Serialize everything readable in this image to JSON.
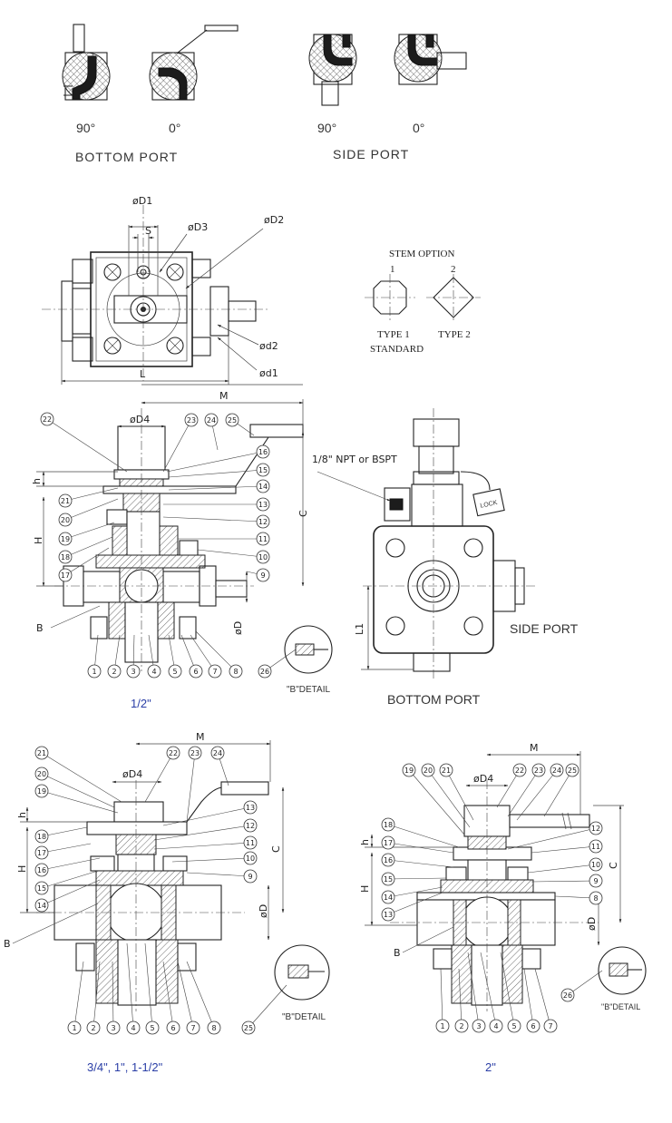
{
  "top_icons": {
    "bottom_port_angles": [
      "90°",
      "0°"
    ],
    "side_port_angles": [
      "90°",
      "0°"
    ],
    "bottom_port_label": "BOTTOM PORT",
    "side_port_label": "SIDE PORT"
  },
  "plan_view": {
    "dims": [
      "øD1",
      "S",
      "øD3",
      "øD2",
      "ød2",
      "ød1",
      "L"
    ]
  },
  "stem_option": {
    "title": "STEM OPTION",
    "num1": "1",
    "num2": "2",
    "type1_line1": "TYPE 1",
    "type1_line2": "STANDARD",
    "type2": "TYPE 2"
  },
  "half_inch": {
    "caption": "1/2\"",
    "dims": {
      "M": "M",
      "D4": "øD4",
      "h": "h",
      "H": "H",
      "C": "C",
      "D": "øD",
      "B": "B"
    },
    "balloons": [
      "1",
      "2",
      "3",
      "4",
      "5",
      "6",
      "7",
      "8",
      "9",
      "10",
      "11",
      "12",
      "13",
      "14",
      "15",
      "16",
      "17",
      "18",
      "19",
      "20",
      "21",
      "22",
      "23",
      "24",
      "25",
      "26"
    ],
    "detail_label": "\"B\"DETAIL"
  },
  "lock_view": {
    "npt_label": "1/8\" NPT or BSPT",
    "lock_text": "LOCK",
    "L1": "L1",
    "side_port_label": "SIDE PORT",
    "bottom_port_label": "BOTTOM PORT"
  },
  "three_quarter": {
    "caption": "3/4\", 1\", 1-1/2\"",
    "dims": {
      "M": "M",
      "D4": "øD4",
      "h": "h",
      "H": "H",
      "C": "C",
      "D": "øD",
      "B": "B"
    },
    "detail_label": "\"B\"DETAIL"
  },
  "two_inch": {
    "caption": "2\"",
    "dims": {
      "M": "M",
      "D4": "øD4",
      "h": "h",
      "H": "H",
      "C": "C",
      "D": "øD",
      "B": "B"
    },
    "detail_label": "\"B\"DETAIL"
  }
}
